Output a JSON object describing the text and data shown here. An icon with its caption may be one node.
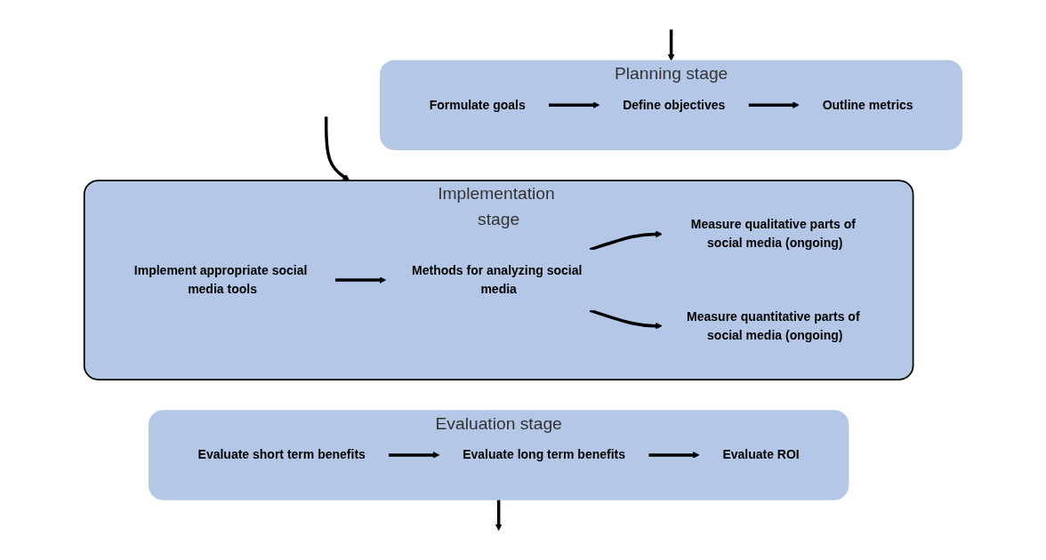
{
  "diagram": {
    "nodes": [
      {
        "text": [
          "Planning stage"
        ]
      },
      {
        "text": [
          "Formulate goals"
        ],
        "in": 0
      },
      {
        "text": [
          "Define objectives"
        ],
        "in": 0
      },
      {
        "text": [
          "Outline metrics"
        ],
        "in": 0
      },
      {
        "text": [
          "Implementation stage"
        ]
      },
      {
        "text": [
          "Implement appropriate social media tools"
        ],
        "in": 4
      },
      {
        "text": [
          "Methods for analyzing social media"
        ],
        "in": 4
      },
      {
        "text": [
          "Measure qualitative parts of social media (ongoing)"
        ],
        "in": 4
      },
      {
        "text": [
          "Measure quantitative parts of social media (ongoing)"
        ],
        "in": 4
      },
      {
        "text": [
          "Evaluation stage"
        ]
      },
      {
        "text": [
          "Evaluate short term benefits"
        ],
        "in": 9
      },
      {
        "text": [
          "Evaluate long term benefits"
        ],
        "in": 9
      },
      {
        "text": [
          "Evaluate ROI"
        ],
        "in": 9
      }
    ],
    "edges": [
      {
        "from": 1,
        "to": 2,
        "arrow": "to"
      },
      {
        "from": 2,
        "to": 3,
        "arrow": "to"
      },
      {
        "from": 5,
        "to": 6,
        "arrow": "to"
      },
      {
        "from": 6,
        "to": 7,
        "arrow": "to"
      },
      {
        "from": 6,
        "to": 8,
        "arrow": "to"
      },
      {
        "from": 10,
        "to": 11,
        "arrow": "to"
      },
      {
        "from": 11,
        "to": 12,
        "arrow": "to"
      },
      {
        "from": null,
        "to": 0,
        "arrow": "to"
      },
      {
        "from": null,
        "to": 4,
        "arrow": "to"
      },
      {
        "from": 9,
        "to": null,
        "arrow": "to"
      }
    ]
  }
}
